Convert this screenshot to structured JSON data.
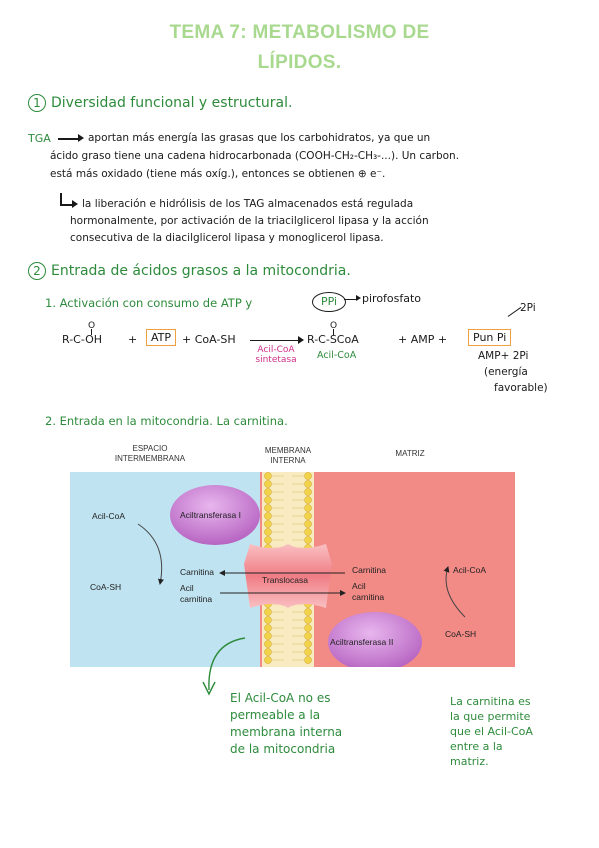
{
  "title": {
    "line1": "TEMA 7: METABOLISMO DE",
    "line2": "LÍPIDOS."
  },
  "section1": {
    "number": "1",
    "heading": "Diversidad funcional y estructural.",
    "tga_label": "TGA",
    "para1": [
      "aportan más energía las grasas que los carbohidratos, ya que un",
      "ácido graso tiene una cadena hidrocarbonada (COOH-CH₂-CH₃-...). Un carbon.",
      "está más oxidado (tiene más oxíg.), entonces se obtienen ⊕ e⁻."
    ],
    "para2": [
      "la liberación e hidrólisis de los TAG almacenados está regulada",
      "hormonalmente, por activación de la triacilglicerol lipasa y la acción",
      "consecutiva de la diacilglicerol lipasa y monoglicerol lipasa."
    ]
  },
  "section2": {
    "number": "2",
    "heading": "Entrada de ácidos grasos a la mitocondria.",
    "sub1": "1. Activación con consumo de ATP y",
    "ppi": "PPi",
    "pirofosfato": "pirofosfato",
    "reaction": {
      "reactant1": "R-C-OH",
      "plus1": "+",
      "atp": "ATP",
      "coa": "+ CoA-SH",
      "product1": "R-C-SCoA",
      "plus2": "+ AMP +",
      "ppi_box": "Pun Pi",
      "enzyme_line1": "Acil-CoA",
      "enzyme_line2": "sintetasa",
      "acil_coa_label": "Acil-CoA",
      "two_pi": "2Pi",
      "note1": "AMP+ 2Pi",
      "note2": "(energía",
      "note3": "favorable)"
    },
    "sub2": "2. Entrada en la mitocondria. La carnitina."
  },
  "diagram": {
    "hdr_left": [
      "ESPACIO",
      "INTERMEMBRANA"
    ],
    "hdr_mid": [
      "MEMBRANA",
      "INTERNA"
    ],
    "hdr_right": "MATRIZ",
    "enzyme1": "Aciltransferasa I",
    "enzyme2": "Aciltransferasa II",
    "translocase": "Translocasa",
    "left_acil_coa": "Acil-CoA",
    "left_coa_sh": "CoA-SH",
    "left_carnitina": "Carnitina",
    "left_acil": "Acil",
    "left_carnitina2": "carnitina",
    "right_carnitina": "Carnitina",
    "right_acil": "Acil",
    "right_carnitina2": "carnitina",
    "right_acil_coa": "Acil-CoA",
    "right_coa_sh": "CoA-SH",
    "colors": {
      "intermembrane": "#bfe3f1",
      "matrix": "#f28a86",
      "enzyme": "#c77bd0",
      "translocase": "#f6a3a8",
      "lipid_head": "#f2d24a"
    }
  },
  "notes": {
    "left": [
      "El Acil-CoA no es",
      "permeable a la",
      "membrana interna",
      "de la mitocondria"
    ],
    "right": [
      "La carnitina es",
      "la que permite",
      "que el Acil-CoA",
      "entre a la",
      "matriz."
    ]
  }
}
